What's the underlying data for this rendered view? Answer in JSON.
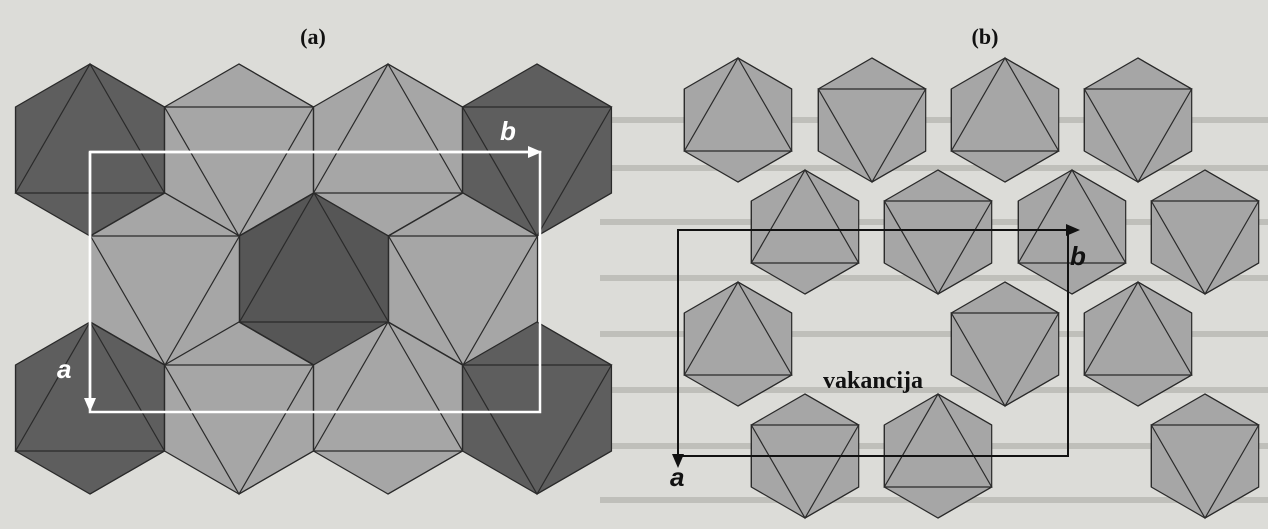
{
  "panel_a": {
    "label": "(a)",
    "axis_b": "b",
    "axis_a": "a"
  },
  "panel_b": {
    "label": "(b)",
    "axis_b": "b",
    "axis_a": "a",
    "vacancy_label": "vakancija"
  },
  "colors": {
    "background": "#dcdcd8",
    "octahedron_light": "#a6a6a6",
    "octahedron_dark": "#5e5e5e",
    "octahedron_center": "#565656",
    "edge": "#2a2a2a",
    "cell_white": "#ffffff",
    "cell_black": "#111111"
  }
}
